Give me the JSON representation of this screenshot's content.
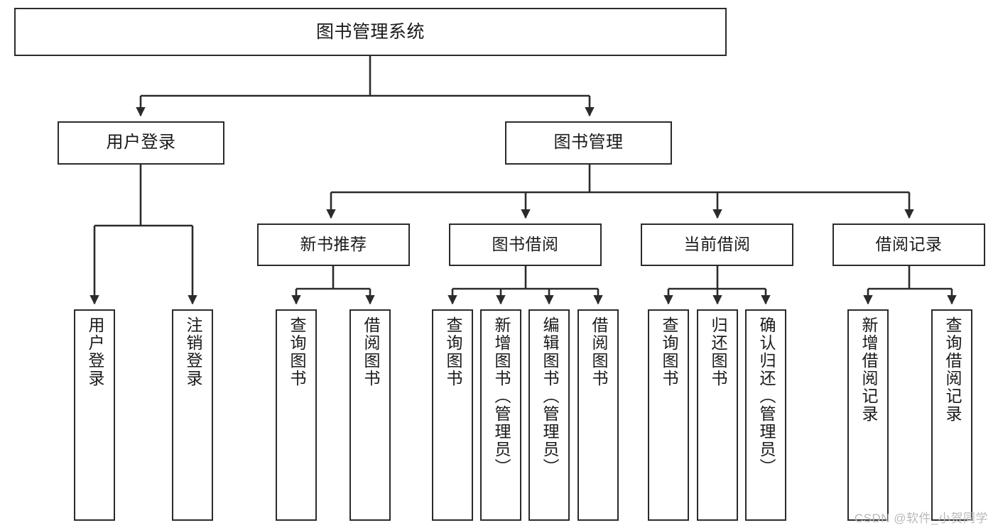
{
  "diagram": {
    "type": "tree",
    "title": "图书管理系统",
    "watermark": "CSDN @软件_小贺同学",
    "colors": {
      "border": "#2b2b2b",
      "fill": "#ffffff",
      "edge": "#2b2b2b",
      "text": "#1a1a1a",
      "watermark": "#b9b9b9"
    },
    "nodes": {
      "root": {
        "label": "图书管理系统"
      },
      "level1": [
        {
          "id": "user-login",
          "label": "用户登录"
        },
        {
          "id": "book-manage",
          "label": "图书管理"
        }
      ],
      "level2": [
        {
          "id": "new-book-recommend",
          "label": "新书推荐",
          "parent": "book-manage"
        },
        {
          "id": "book-borrow",
          "label": "图书借阅",
          "parent": "book-manage"
        },
        {
          "id": "current-borrow",
          "label": "当前借阅",
          "parent": "book-manage"
        },
        {
          "id": "borrow-record",
          "label": "借阅记录",
          "parent": "book-manage"
        }
      ],
      "leaves": [
        {
          "id": "leaf-user-login",
          "label": "用户登录",
          "parent": "user-login"
        },
        {
          "id": "leaf-logout-login",
          "label": "注销登录",
          "parent": "user-login"
        },
        {
          "id": "leaf-query-book-1",
          "label": "查询图书",
          "parent": "new-book-recommend"
        },
        {
          "id": "leaf-borrow-book-1",
          "label": "借阅图书",
          "parent": "new-book-recommend"
        },
        {
          "id": "leaf-query-book-2",
          "label": "查询图书",
          "parent": "book-borrow"
        },
        {
          "id": "leaf-add-book",
          "label": "新增图书（管理员）",
          "parent": "book-borrow"
        },
        {
          "id": "leaf-edit-book",
          "label": "编辑图书（管理员）",
          "parent": "book-borrow"
        },
        {
          "id": "leaf-borrow-book-2",
          "label": "借阅图书",
          "parent": "book-borrow"
        },
        {
          "id": "leaf-query-book-3",
          "label": "查询图书",
          "parent": "current-borrow"
        },
        {
          "id": "leaf-return-book",
          "label": "归还图书",
          "parent": "current-borrow"
        },
        {
          "id": "leaf-confirm-return",
          "label": "确认归还（管理员）",
          "parent": "current-borrow"
        },
        {
          "id": "leaf-add-record",
          "label": "新增借阅记录",
          "parent": "borrow-record"
        },
        {
          "id": "leaf-query-record",
          "label": "查询借阅记录",
          "parent": "borrow-record"
        }
      ]
    }
  }
}
